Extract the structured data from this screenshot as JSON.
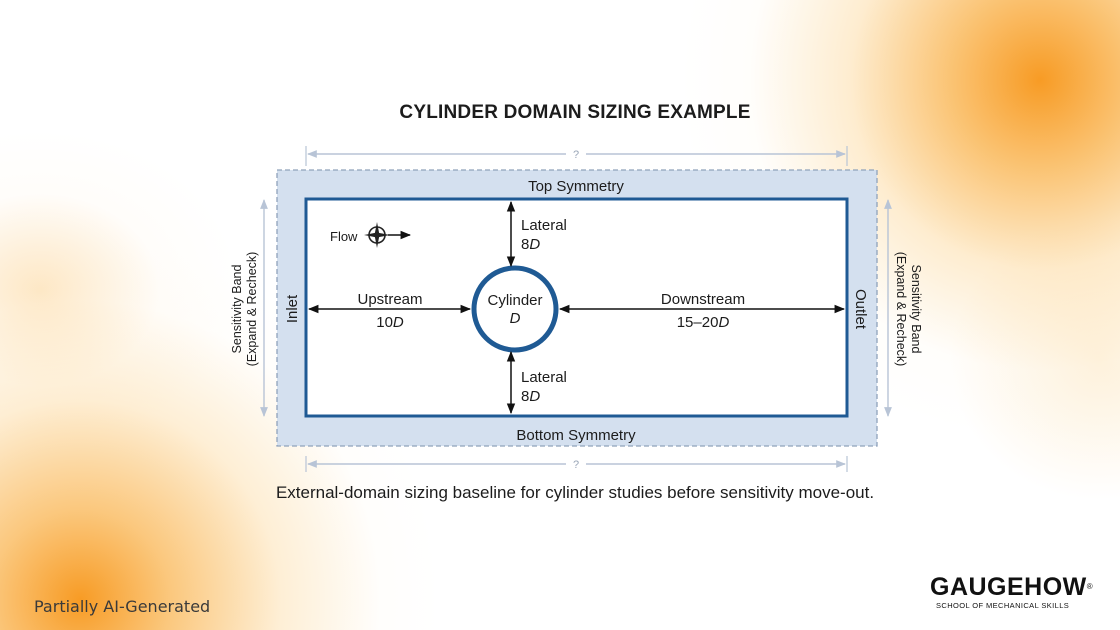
{
  "title": "CYLINDER DOMAIN SIZING EXAMPLE",
  "caption": "External-domain sizing baseline for cylinder studies before sensitivity move-out.",
  "diagram": {
    "top_boundary": "Top Symmetry",
    "bottom_boundary": "Bottom Symmetry",
    "inlet": "Inlet",
    "outlet": "Outlet",
    "flow_label": "Flow",
    "cylinder_label": "Cylinder",
    "cylinder_symbol": "D",
    "upstream_label": "Upstream",
    "upstream_value": "10",
    "downstream_label": "Downstream",
    "downstream_value": "15–20",
    "lateral_top_label": "Lateral",
    "lateral_top_value": "8",
    "lateral_bottom_label": "Lateral",
    "lateral_bottom_value": "8",
    "unit_symbol": "D",
    "top_dimension": "?",
    "bottom_dimension": "?",
    "sensitivity_line1": "Sensitivity Band",
    "sensitivity_line2": "(Expand & Recheck)"
  },
  "footer_note": "Partially AI-Generated",
  "brand": {
    "name": "GAUGEHOW",
    "registered": "®",
    "tagline": "SCHOOL OF MECHANICAL SKILLS"
  },
  "colors": {
    "band_fill": "#d4e0ef",
    "domain_border": "#1f5a94",
    "dimension_line": "#b8c4d6",
    "accent_orange": "#f7961a"
  },
  "icons": [
    "compass-icon",
    "flow-arrow-icon"
  ]
}
